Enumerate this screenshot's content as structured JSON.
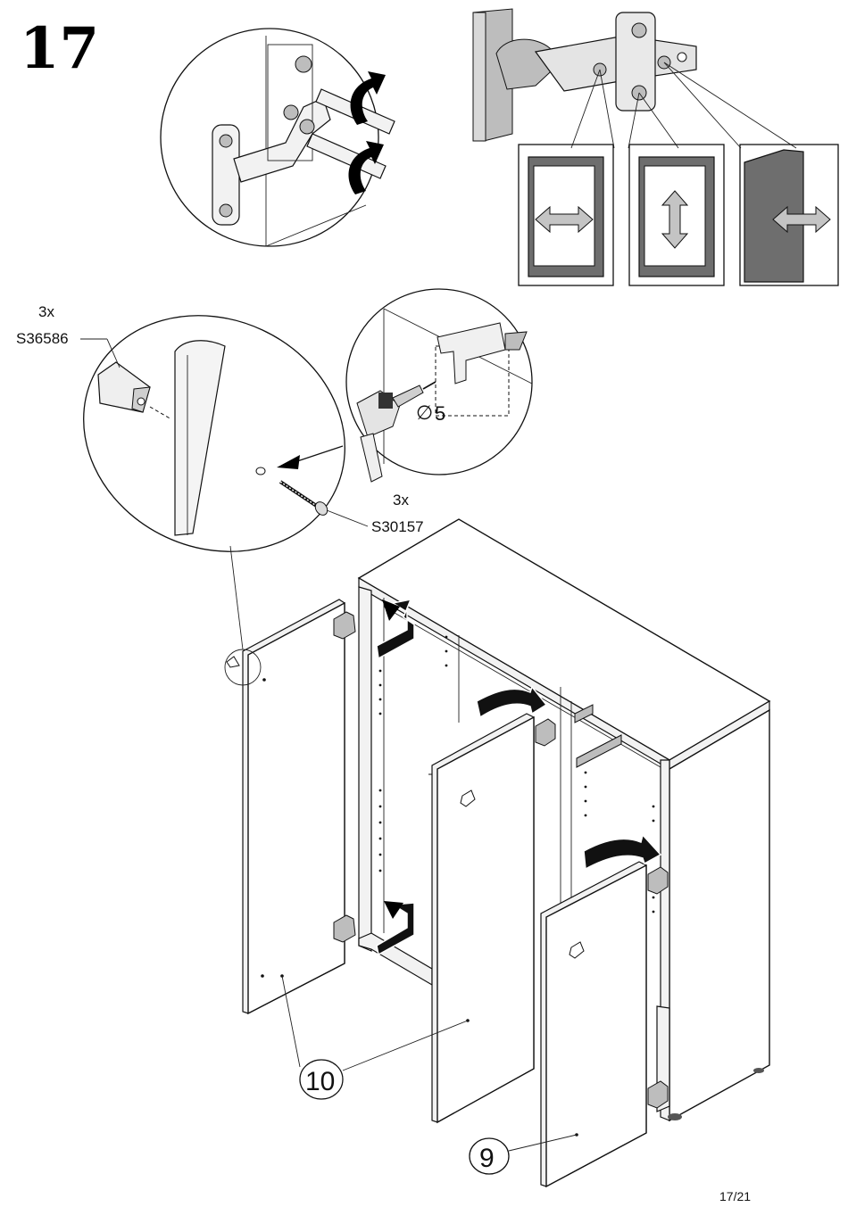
{
  "step": {
    "number": "17"
  },
  "parts": {
    "cap": {
      "quantity": "3x",
      "code": "S36586"
    },
    "screw": {
      "quantity": "3x",
      "code": "S30157"
    },
    "drill": {
      "symbol": "∅",
      "size": "5"
    }
  },
  "callouts": [
    {
      "label": "10"
    },
    {
      "label": "9"
    }
  ],
  "page_number": "17/21",
  "colors": {
    "line": "#111111",
    "dark_fill": "#6e6e6e",
    "mid_fill": "#bdbdbd"
  },
  "icons": [
    "hinge-adjust-icon",
    "screwdriver-icon",
    "rotate-arrow-icon",
    "adjust-horizontal-icon",
    "adjust-vertical-icon",
    "adjust-depth-icon"
  ]
}
